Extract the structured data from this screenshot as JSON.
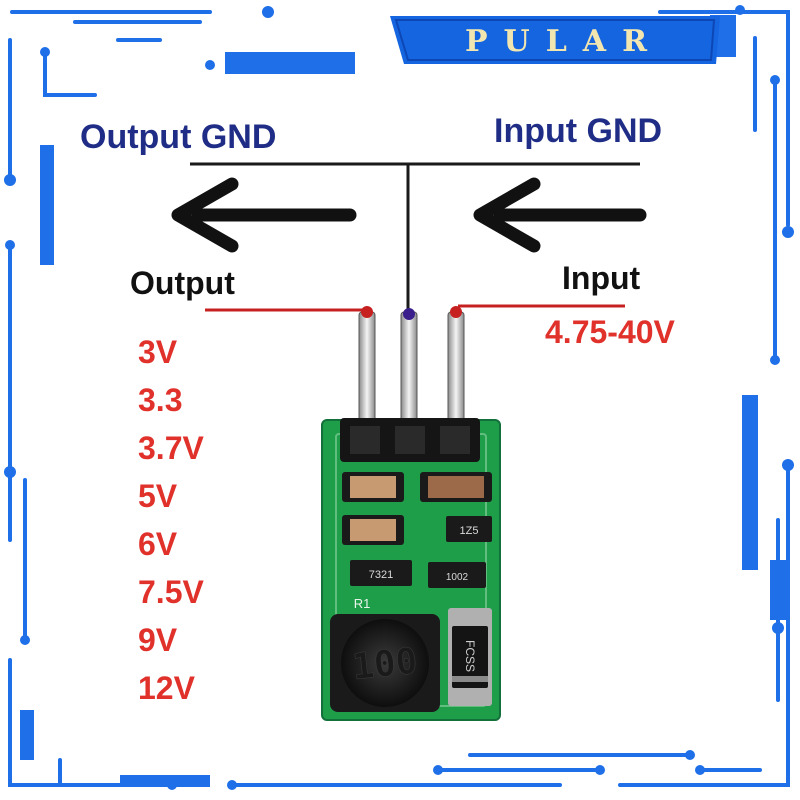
{
  "brand": {
    "name": "PULAR",
    "banner_color": "#1565e0",
    "text_color": "#f2e6b0"
  },
  "labels": {
    "output_gnd": "Output GND",
    "input_gnd": "Input GND",
    "output": "Output",
    "input": "Input",
    "input_range": "4.75-40V"
  },
  "output_voltages": [
    "3V",
    "3.3",
    "3.7V",
    "5V",
    "6V",
    "7.5V",
    "9V",
    "12V"
  ],
  "module": {
    "inductor_marking": "100",
    "diode_marking": "FCSS",
    "resistor_marking": "7321",
    "ic_marking": "1Z5",
    "small_marking": "1002",
    "silkscreen": "R1"
  },
  "colors": {
    "frame": "#1e6fe8",
    "gnd_text": "#1f2d86",
    "voltage_text": "#e0312b",
    "pcb": "#1f9e4a",
    "red_wire": "#c62020",
    "gnd_pin_dot": "#3a1e8c"
  }
}
